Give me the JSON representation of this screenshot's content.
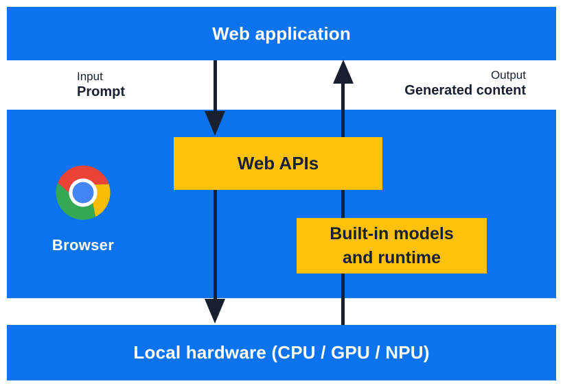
{
  "diagram": {
    "title_bar": "Web application",
    "input": {
      "label": "Input",
      "value": "Prompt"
    },
    "output": {
      "label": "Output",
      "value": "Generated content"
    },
    "browser": {
      "label": "Browser"
    },
    "web_apis_box": "Web APIs",
    "builtin_box": {
      "lines": [
        "Built-in models",
        "and runtime"
      ]
    },
    "hardware_bar": "Local hardware (CPU / GPU / NPU)"
  },
  "colors": {
    "band_blue": "#0C73EE",
    "box_yellow": "#FFC10A",
    "ink_navy": "#18202F",
    "chrome_red": "#EA4335",
    "chrome_yellow": "#FBBC04",
    "chrome_green": "#34A853",
    "chrome_blue": "#4285F4",
    "chrome_ring": "#FFFFFF"
  }
}
